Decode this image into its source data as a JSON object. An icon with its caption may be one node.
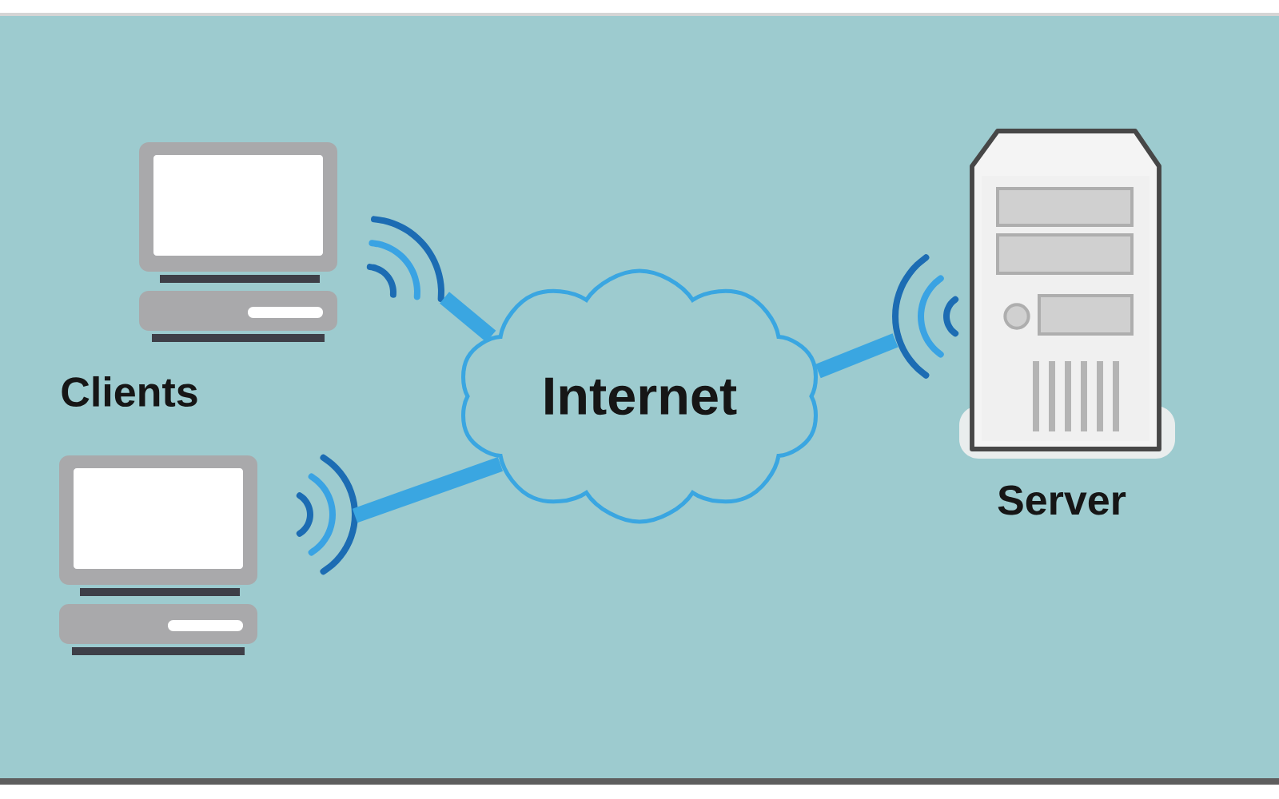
{
  "diagram": {
    "nodes": [
      {
        "text": [],
        "shape": "picture",
        "beside": [
          "Clients"
        ]
      },
      {
        "text": [],
        "shape": "picture"
      },
      {
        "text": [
          "Internet"
        ]
      },
      {
        "text": [],
        "shape": "picture",
        "beside": [
          "Server"
        ]
      }
    ],
    "edges": [
      {
        "from": 0,
        "to": 2,
        "arrow": "none"
      },
      {
        "from": 1,
        "to": 2,
        "arrow": "none"
      },
      {
        "from": 2,
        "to": 3,
        "arrow": "none"
      }
    ]
  }
}
